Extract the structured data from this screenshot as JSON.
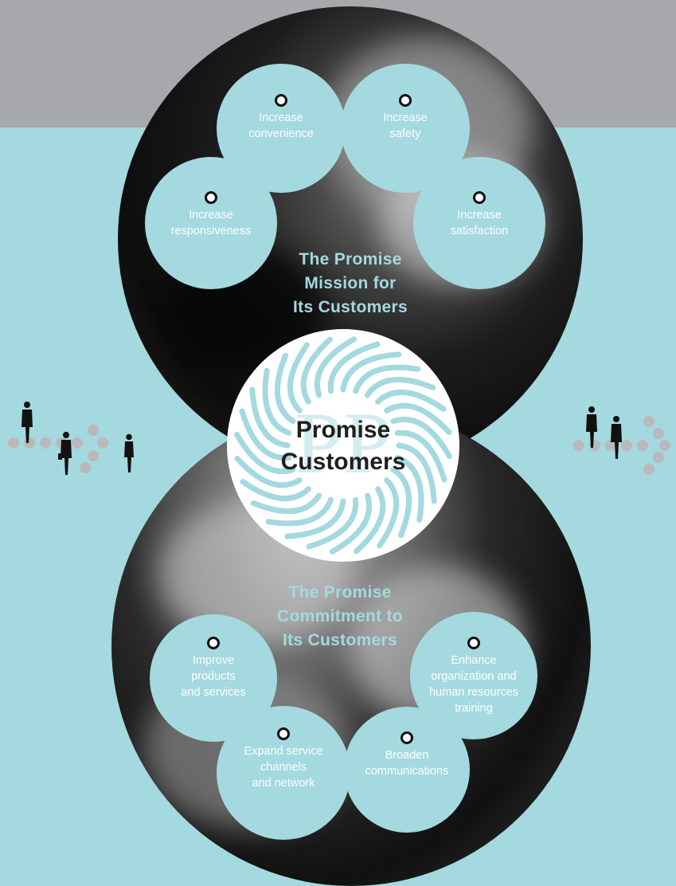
{
  "colors": {
    "teal": "#a4d9df",
    "gray_band": "#a7a8ac",
    "dark": "#111111",
    "white": "#ffffff"
  },
  "center": {
    "title": "Promise\nCustomers",
    "logo_icon": "pp-swirl-logo-icon"
  },
  "mission": {
    "heading": "The Promise\nMission for\nIts Customers",
    "items": [
      {
        "label": "Increase\nconvenience"
      },
      {
        "label": "Increase\nsafety"
      },
      {
        "label": "Increase\nresponsiveness"
      },
      {
        "label": "Increase\nsatisfaction"
      }
    ]
  },
  "commitment": {
    "heading": "The Promise\nCommitment to\nIts Customers",
    "items": [
      {
        "label": "Improve\nproducts\nand services"
      },
      {
        "label": "Enhance\norganization and\nhuman resources\ntraining"
      },
      {
        "label": "Expand service\nchannels\nand network"
      },
      {
        "label": "Broaden\ncommunications"
      }
    ]
  },
  "decor": {
    "left_icon": "walking-people-icon",
    "right_icon": "walking-people-icon",
    "arrow_icon": "dot-arrow-icon"
  }
}
